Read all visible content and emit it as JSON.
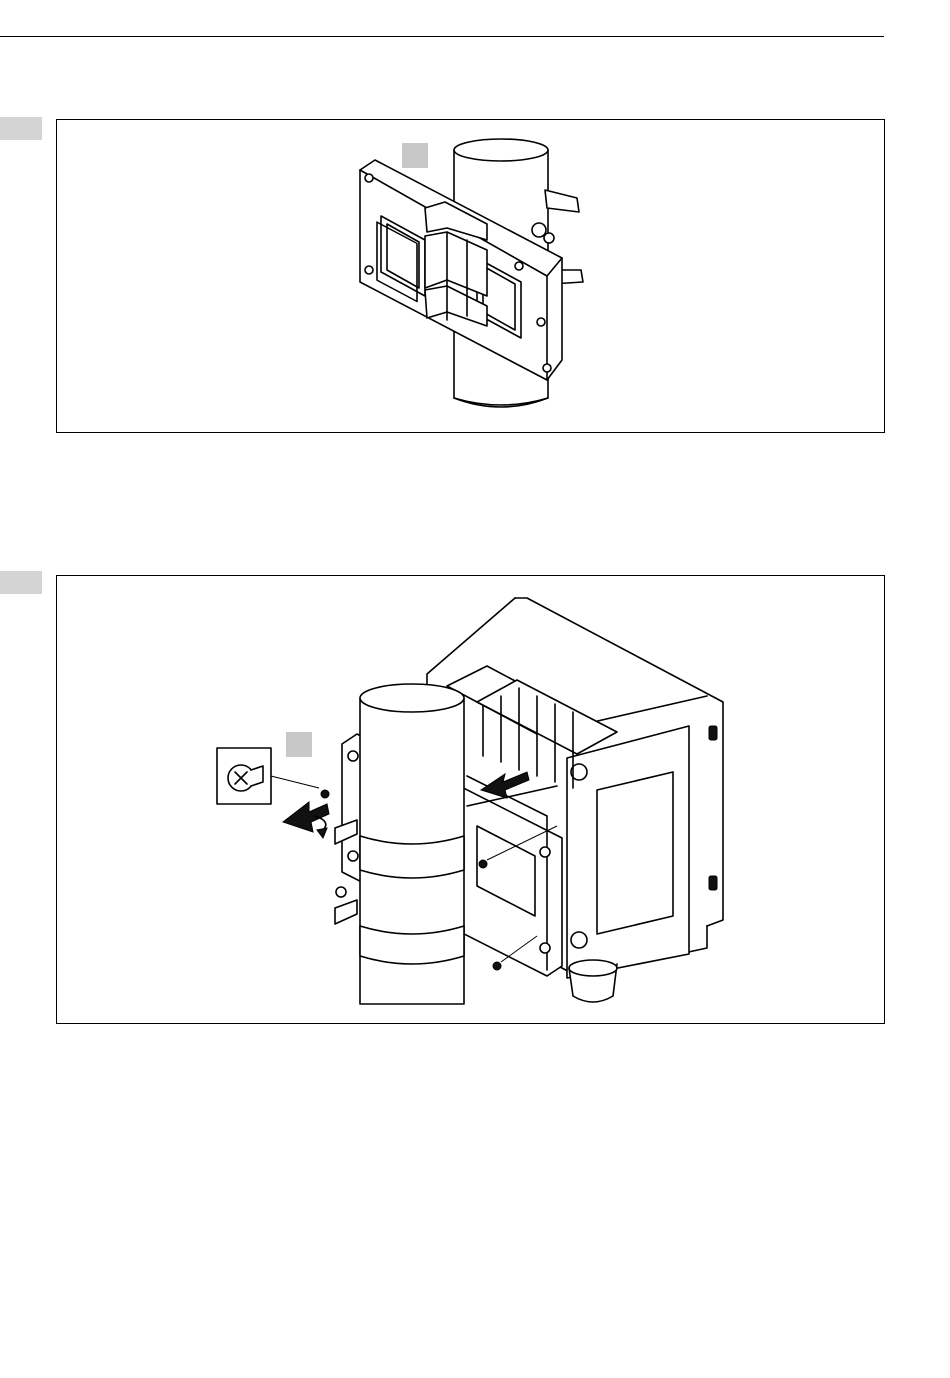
{
  "page": {
    "figures": [
      {
        "id": "fig-1",
        "callouts": [
          {
            "id": "c1",
            "label": ""
          }
        ]
      },
      {
        "id": "fig-2",
        "callouts": [
          {
            "id": "c1",
            "label": ""
          },
          {
            "id": "c2",
            "label": ""
          }
        ]
      }
    ],
    "colors": {
      "callout_fill": "#c8c8c8",
      "tab_fill": "#d4d4d4",
      "line": "#000000"
    }
  }
}
